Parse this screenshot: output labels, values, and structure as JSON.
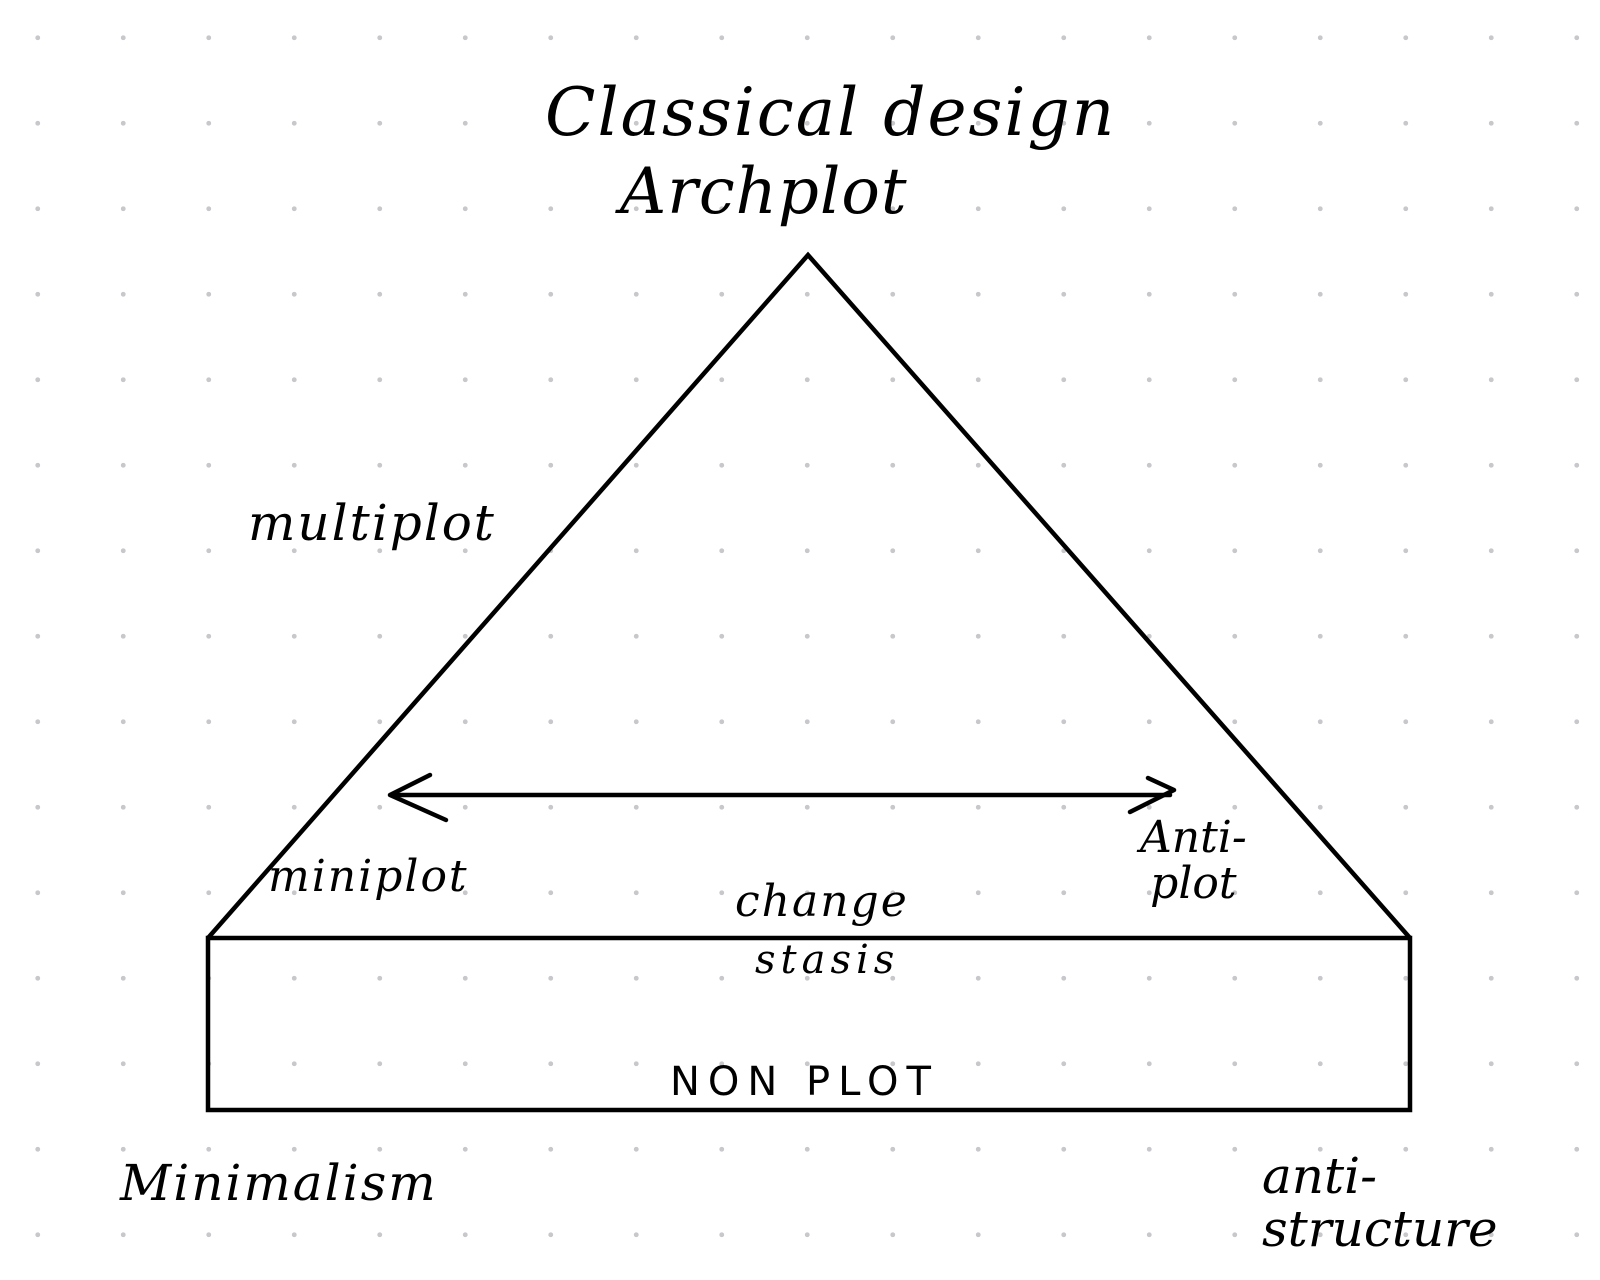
{
  "labels": {
    "top_line1": "Classical design",
    "top_line2": "Archplot",
    "left_edge": "multiplot",
    "inner_left": "miniplot",
    "inner_right": "Anti-\nplot",
    "center_upper": "change",
    "center_lower": "stasis",
    "base_band": "NON PLOT",
    "bottom_left": "Minimalism",
    "bottom_right": "anti-\nstructure"
  },
  "colors": {
    "ink": "#000000",
    "grid_dot": "#c7c7cc",
    "background": "#ffffff"
  }
}
